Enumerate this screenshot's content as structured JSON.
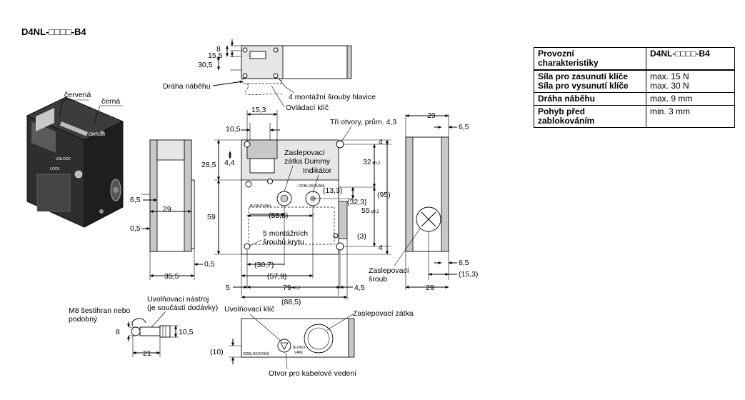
{
  "title": "D4NL-□□□□-B4",
  "labels": {
    "cervena": "červená",
    "cerna": "černá",
    "draha_nabehu": "Dráha náběhu",
    "montazni_srouby_hlavice": "4 montážní šrouby hlavice",
    "ovladaci_klic": "Ovládací klíč",
    "tri_otvory": "Tři otvory, prům. 4,3",
    "zaslepovaci_zatka_dummy_1": "Zaslepovací",
    "zaslepovaci_zatka_dummy_2": "zátka Dummy",
    "indikator": "Indikátor",
    "montaznich_sroubu_krytu_1": "5 montážních",
    "montaznich_sroubu_krytu_2": "šroubů krytu",
    "zaslepovaci_sroub_1": "Zaslepovací",
    "zaslepovaci_sroub_2": "šroub",
    "uvolnovaci_nastroj_1": "Uvolňovací nástroj",
    "uvolnovaci_nastroj_2": "(je součástí dodávky)",
    "m8_1": "M8 šestihran nebo",
    "m8_2": "podobný",
    "uvolnovaci_klic": "Uvolňovací klíč",
    "zaslepovaci_zatka": "Zaslepovací zátka",
    "otvor_kabelove": "Otvor pro kabelové vedení",
    "odblokovani": "ODBLOKOVÁNÍ",
    "blokovani": "BLOKOVÁNÍ",
    "blokovani_2a": "BLOKO-",
    "blokovani_2b": "VÁNÍ",
    "omron": "OMRON",
    "unlock": "UNLOCK",
    "lock": "LOCK"
  },
  "dimensions": {
    "d8": "8",
    "d15_5": "15,5",
    "d30_5": "30,5",
    "d15_3": "15,3",
    "d10_5_top": "10,5",
    "d4_4": "4,4",
    "d28_5": "28,5",
    "d59": "59",
    "d4_a": "4",
    "d32": "32",
    "tol_02": "±0,2",
    "d13_3": "(13,3)",
    "d95": "(95)",
    "d32_3": "(32,3)",
    "d55": "55",
    "d3": "(3)",
    "d4_b": "4",
    "d55_8": "(55,8)",
    "d30_7": "(30,7)",
    "d57_9": "(57,9)",
    "d5": "5",
    "d79": "79",
    "d4_5": "4,5",
    "d88_5": "(88,5)",
    "d29_side": "29",
    "d6_5_top": "6,5",
    "d6_5_bot": "6,5",
    "d15_3_side": "(15,3)",
    "d29_bot": "29",
    "d6_5_left": "6,5",
    "d29_left": "29",
    "d0_5_left": "0,5",
    "d35_5": "35,5",
    "d0_5_bot": "0,5",
    "d8_tool": "8",
    "d10_5_tool": "10,5",
    "d21": "21",
    "d10_bot": "(10)"
  },
  "table": {
    "header": {
      "label_1": "Provozní",
      "label_2": "charakteristiky",
      "model": "D4NL-□□□□-B4"
    },
    "rows": [
      {
        "label_1": "Síla pro zasunutí klíče",
        "label_2": "Síla pro vysunutí klíče",
        "value_1": "max. 15 N",
        "value_2": "max. 30 N"
      },
      {
        "label_1": "Dráha náběhu",
        "label_2": "",
        "value_1": "max. 9 mm",
        "value_2": ""
      },
      {
        "label_1": "Pohyb před",
        "label_2": "zablokováním",
        "value_1": "min. 3 mm",
        "value_2": ""
      }
    ]
  }
}
